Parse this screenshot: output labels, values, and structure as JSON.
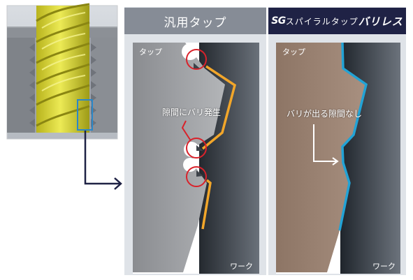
{
  "left_panel": {
    "title": "汎用タップ",
    "tap_label": "タップ",
    "work_label": "ワーク",
    "callout": "隙間にバリ発生",
    "accent_color": "#f2a62a",
    "marker_color": "#d9222b"
  },
  "right_panel": {
    "title_brand": "SG",
    "title_middle": "スパイラルタップ",
    "title_end": "バリレス",
    "tap_label": "タップ",
    "work_label": "ワーク",
    "callout": "バリが出る隙間なし",
    "accent_color": "#22a3d6",
    "header_color": "#1f2245"
  },
  "tap_photo": {
    "highlight_color": "#2b87c8"
  }
}
